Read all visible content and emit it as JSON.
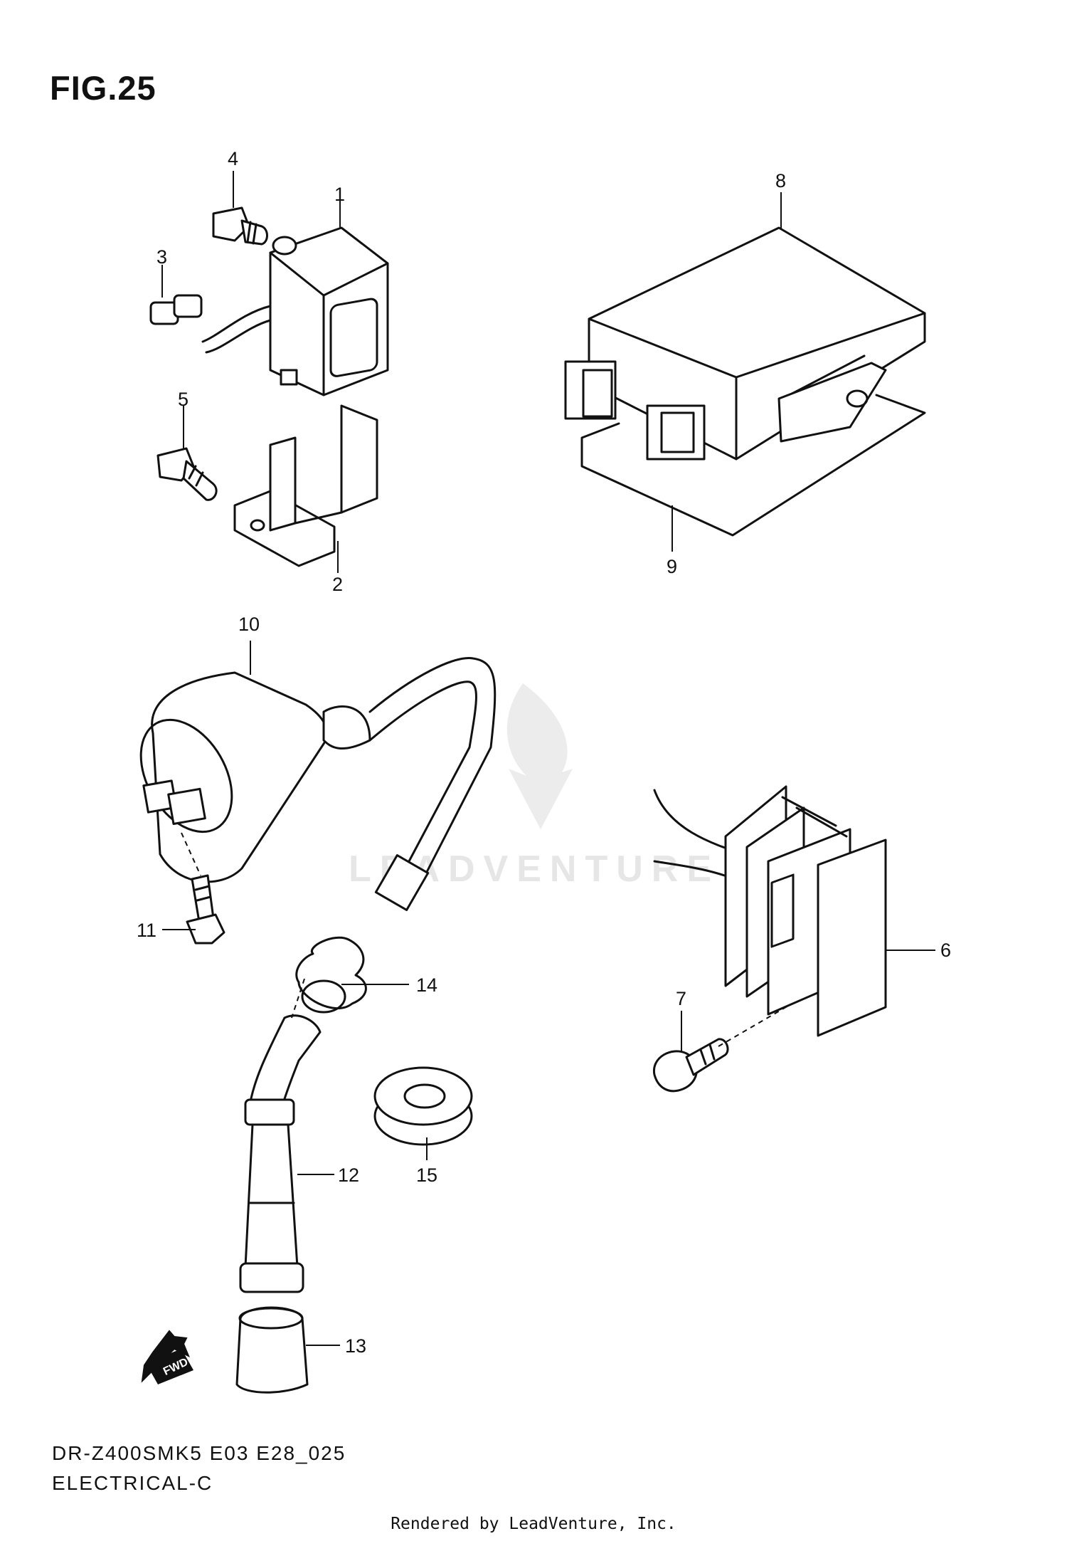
{
  "figure": {
    "title": "FIG.25",
    "model_code": "DR-Z400SMK5 E03 E28_025",
    "section": "ELECTRICAL-C"
  },
  "watermark": {
    "text": "LEADVENTURE"
  },
  "callouts": [
    "1",
    "2",
    "3",
    "4",
    "5",
    "6",
    "7",
    "8",
    "9",
    "10",
    "11",
    "12",
    "13",
    "14",
    "15"
  ],
  "fwd_label": "FWD",
  "credit": "Rendered by LeadVenture, Inc."
}
